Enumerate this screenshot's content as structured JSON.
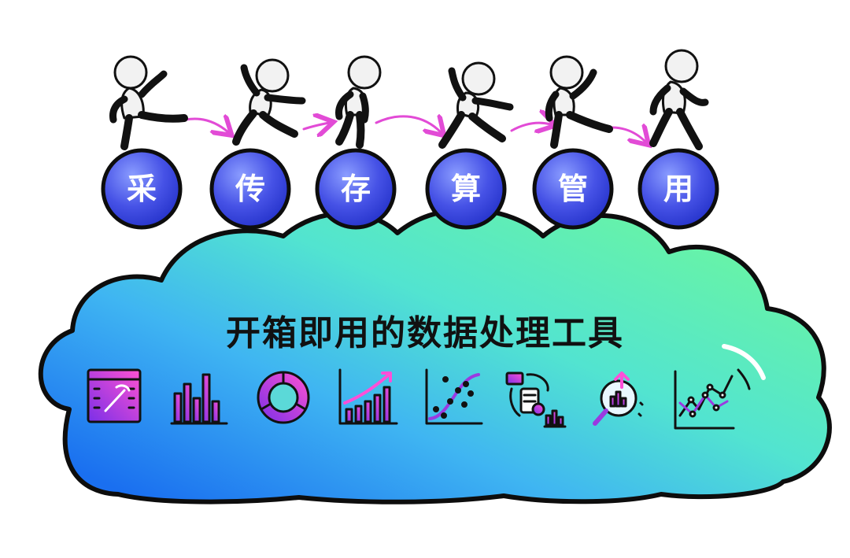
{
  "steps": [
    {
      "label": "采",
      "icon": "kicking-figure-icon"
    },
    {
      "label": "传",
      "icon": "running-figure-icon"
    },
    {
      "label": "存",
      "icon": "standing-figure-icon"
    },
    {
      "label": "算",
      "icon": "leaping-figure-icon"
    },
    {
      "label": "管",
      "icon": "striding-figure-icon"
    },
    {
      "label": "用",
      "icon": "walking-figure-icon"
    }
  ],
  "cloud": {
    "title": "开箱即用的数据处理工具",
    "tools": [
      "data-grid-pickaxe-icon",
      "bar-chart-icon",
      "donut-chart-icon",
      "growth-chart-icon",
      "scatter-curve-icon",
      "data-pipeline-icon",
      "magnify-analytics-icon",
      "line-network-icon"
    ]
  },
  "colors": {
    "ball": "#3b46e0",
    "ball_highlight": "#8a9cff",
    "arrow": "#e24bd6",
    "cloud_gradient": [
      "#1a7cf0",
      "#3ec8f0",
      "#54e8c9",
      "#62f3a8"
    ],
    "icon_purple": "#9a3ae0",
    "icon_pink": "#ff4fd8"
  }
}
